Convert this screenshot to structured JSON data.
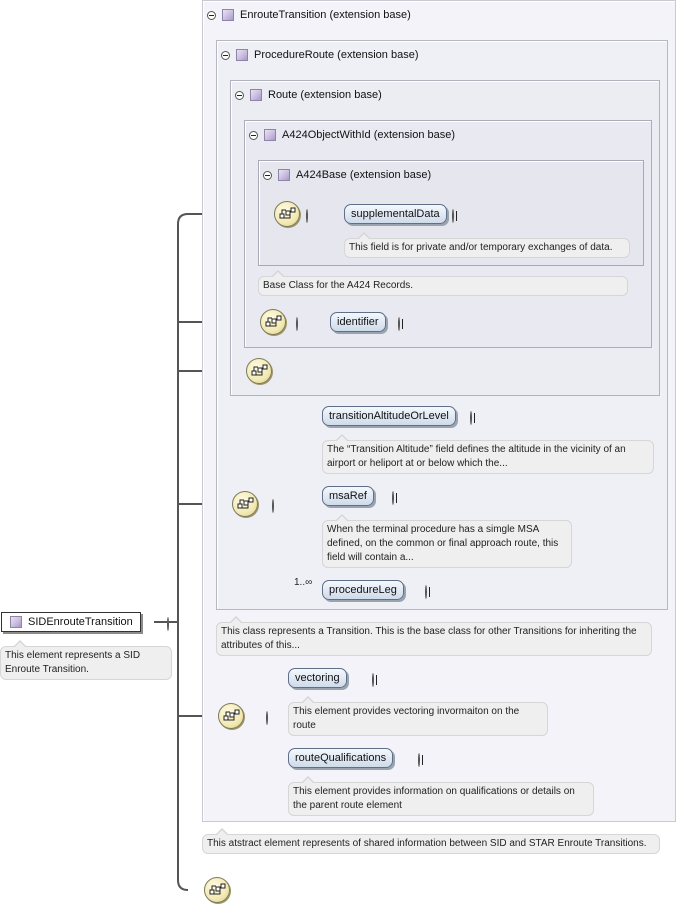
{
  "root": {
    "label": "SIDEnrouteTransition",
    "description": "This element represents a SID Enroute Transition."
  },
  "bases": {
    "enroute_transition": "EnrouteTransition (extension base)",
    "procedure_route": "ProcedureRoute (extension base)",
    "route": "Route (extension base)",
    "a424_object_with_id": "A424ObjectWithId (extension base)",
    "a424_base": "A424Base (extension base)"
  },
  "elements": {
    "supplemental_data": {
      "label": "supplementalData",
      "description": "This field is for private and/or temporary exchanges of data."
    },
    "a424_base_doc": "Base Class for the A424 Records.",
    "identifier": {
      "label": "identifier"
    },
    "transition_altitude": {
      "label": "transitionAltitudeOrLevel",
      "description": "The “Transition Altitude” field defines the altitude in the vicinity of an airport or heliport at or below which the..."
    },
    "msa_ref": {
      "label": "msaRef",
      "description": "When the terminal procedure has a simgle MSA defined, on the common or final approach route, this field will contain a..."
    },
    "procedure_leg": {
      "label": "procedureLeg",
      "multiplicity": "1..∞"
    },
    "procedure_route_doc": "This class represents a Transition. This is the base class for other Transitions for inheriting the attributes of this...",
    "vectoring": {
      "label": "vectoring",
      "description": "This element provides vectoring invormaiton on the route"
    },
    "route_qualifications": {
      "label": "routeQualifications",
      "description": "This element provides information on qualifications or details on the parent route element"
    },
    "enroute_transition_doc": "This atstract element represents of shared information between SID and STAR Enroute Transitions."
  },
  "colors": {
    "element_fill": "#cfdbea",
    "sequence_fill": "#f2e9b4",
    "note_fill": "#efefef",
    "frame_fill": "#ececf3",
    "connector": "#555555"
  },
  "icons": {
    "sequence": "sequence-compositor-icon",
    "type": "complex-type-icon",
    "collapse": "collapse-icon",
    "expand": "expand-icon"
  }
}
